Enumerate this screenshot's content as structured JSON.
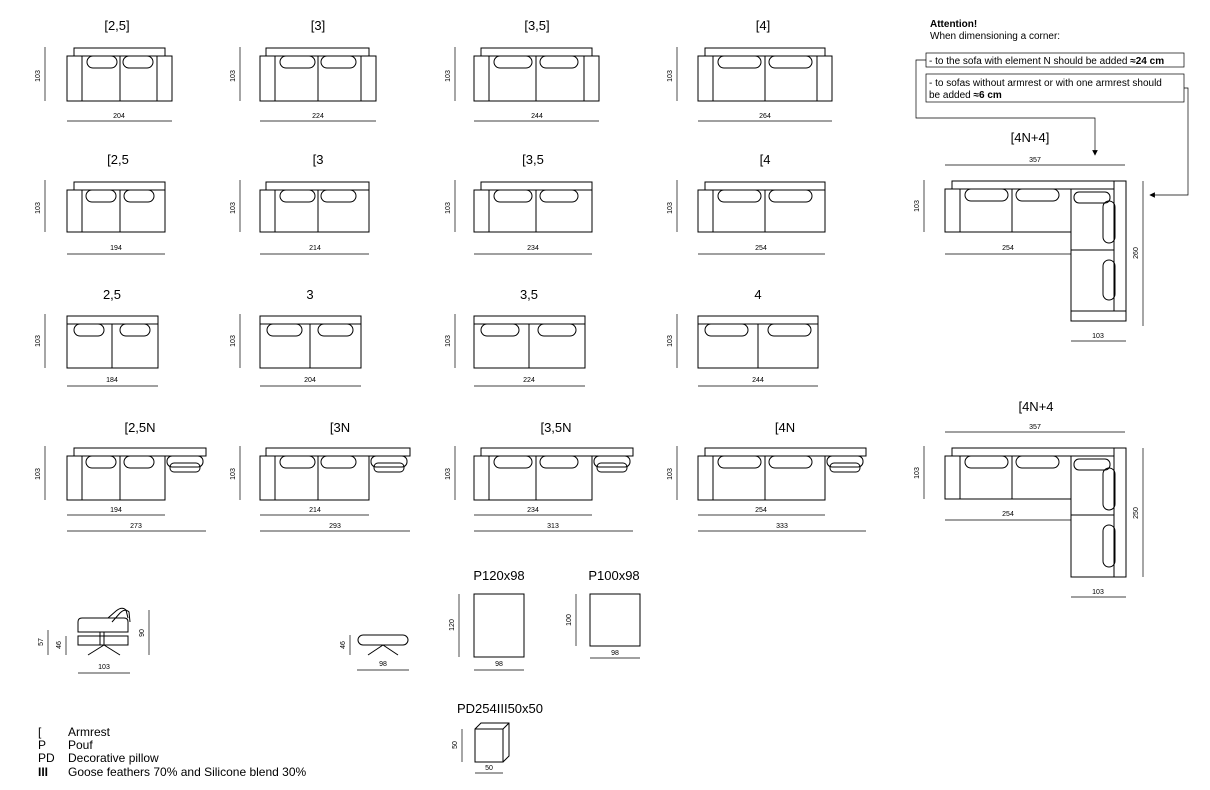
{
  "sofas": [
    {
      "title": "[2,5]",
      "width": "204",
      "depth": "103"
    },
    {
      "title": "[3]",
      "width": "224",
      "depth": "103"
    },
    {
      "title": "[3,5]",
      "width": "244",
      "depth": "103"
    },
    {
      "title": "[4]",
      "width": "264",
      "depth": "103"
    },
    {
      "title": "[2,5",
      "width": "194",
      "depth": "103"
    },
    {
      "title": "[3",
      "width": "214",
      "depth": "103"
    },
    {
      "title": "[3,5",
      "width": "234",
      "depth": "103"
    },
    {
      "title": "[4",
      "width": "254",
      "depth": "103"
    },
    {
      "title": "2,5",
      "width": "184",
      "depth": "103"
    },
    {
      "title": "3",
      "width": "204",
      "depth": "103"
    },
    {
      "title": "3,5",
      "width": "224",
      "depth": "103"
    },
    {
      "title": "4",
      "width": "244",
      "depth": "103"
    },
    {
      "title": "[2,5N",
      "width": "194",
      "total": "273",
      "depth": "103"
    },
    {
      "title": "[3N",
      "width": "214",
      "total": "293",
      "depth": "103"
    },
    {
      "title": "[3,5N",
      "width": "234",
      "total": "313",
      "depth": "103"
    },
    {
      "title": "[4N",
      "width": "254",
      "total": "333",
      "depth": "103"
    }
  ],
  "attention": {
    "title": "Attention!",
    "subtitle": "When dimensioning a corner:",
    "note1_prefix": "- to the sofa with element N should be added ",
    "note1_bold": "≈24 cm",
    "note2_line1": "- to sofas without armrest or with one armrest should",
    "note2_line2_prefix": "be added ",
    "note2_bold": "≈6 cm"
  },
  "corners": [
    {
      "title": "[4N+4]",
      "overall": "357",
      "inner": "254",
      "depth": "103",
      "side": "260",
      "bottom": "103"
    },
    {
      "title": "[4N+4",
      "overall": "357",
      "inner": "254",
      "depth": "103",
      "side": "250",
      "bottom": "103"
    }
  ],
  "chair": {
    "seat": "46",
    "back": "57",
    "height": "90",
    "width": "103"
  },
  "footstool": {
    "height": "46",
    "width": "98"
  },
  "poufs": [
    {
      "title": "P120x98",
      "side": "120",
      "width": "98"
    },
    {
      "title": "P100x98",
      "side": "100",
      "width": "98"
    }
  ],
  "pillow": {
    "title": "PD254III50x50",
    "side": "50",
    "width": "50"
  },
  "legend": [
    {
      "key": "[",
      "text": "Armrest"
    },
    {
      "key": "P",
      "text": "Pouf"
    },
    {
      "key": "PD",
      "text": "Decorative pillow"
    },
    {
      "key": "III",
      "text": "Goose feathers 70% and Silicone blend 30%"
    }
  ]
}
